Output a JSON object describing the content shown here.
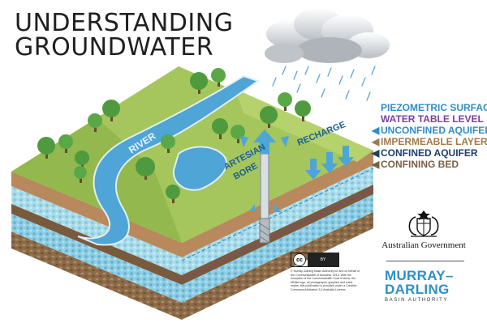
{
  "title": {
    "line1": "UNDERSTANDING",
    "line2": "GROUNDWATER"
  },
  "labels": {
    "river": "RIVER",
    "artesian_line1": "ARTESIAN",
    "artesian_line2": "BORE",
    "recharge": "RECHARGE"
  },
  "legend": [
    {
      "text": "PIEZOMETRIC SURFACE",
      "color": "#2e8fc9",
      "symbol": ""
    },
    {
      "text": "WATER TABLE LEVEL",
      "color": "#7b3fa0",
      "symbol": ""
    },
    {
      "text": "UNCONFINED AQUIFER",
      "color": "#2e8fc9",
      "symbol": "◀"
    },
    {
      "text": "IMPERMEABLE LAYER",
      "color": "#a07a4c",
      "symbol": "◀"
    },
    {
      "text": "CONFINED AQUIFER",
      "color": "#1d3f66",
      "symbol": "◀"
    },
    {
      "text": "CONFINING BED",
      "color": "#7a5f44",
      "symbol": "◀"
    }
  ],
  "government": {
    "name": "Australian Government"
  },
  "mdba": {
    "line1": "MURRAY–",
    "line2": "DARLING",
    "sub": "BASIN AUTHORITY",
    "color": "#2f8fc8"
  },
  "license": {
    "badge_cc": "cc",
    "badge_by": "BY",
    "text": "© Murray–Darling Basin Authority for and on behalf of the Commonwealth of Australia, 2013. With the exception of the Commonwealth Coat of Arms, the MDBA logo, all photographs, graphics and trade marks, this publication is provided under a Creative Commons Attribution 3.0 Australia Licence."
  },
  "icons": [
    "cloud-icon",
    "rain-icon",
    "tree-icon",
    "arrow-icon",
    "bore-pipe-icon",
    "coat-of-arms-icon",
    "creative-commons-icon"
  ]
}
